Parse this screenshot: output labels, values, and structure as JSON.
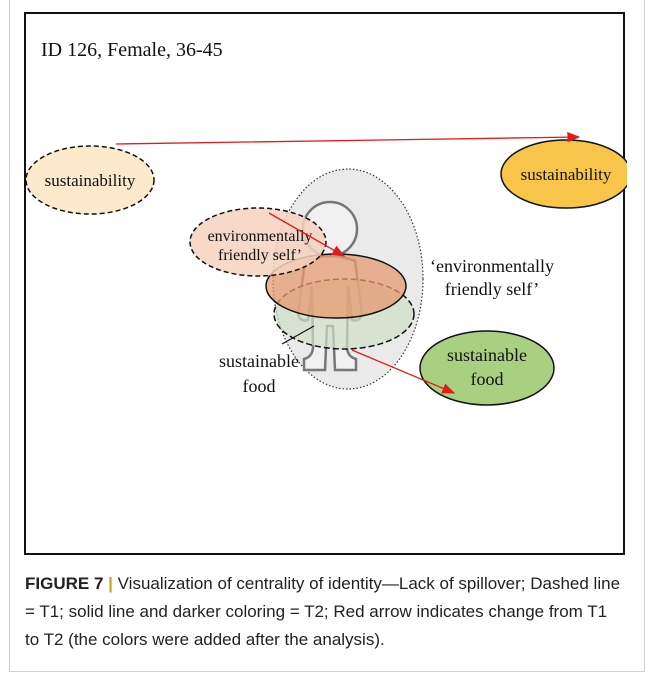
{
  "figure": {
    "header": "ID 126, Female, 36-45",
    "nodes": {
      "sustainability_t1": "sustainability",
      "sustainability_t2": "sustainability",
      "env_self_t1_line1": "environmentally",
      "env_self_t1_line2": "friendly self’",
      "env_self_t2_line1": "‘environmentally",
      "env_self_t2_line2": "friendly self’",
      "food_t1_line1": "sustainable",
      "food_t1_line2": "food",
      "food_t2_line1": "sustainable",
      "food_t2_line2": "food"
    },
    "colors": {
      "sustainability_t1_fill": "#fde9cc",
      "sustainability_t2_fill": "#f7c54a",
      "env_self_t1_fill": "#f6d2c0",
      "env_self_t2_fill": "#e59a70",
      "food_t1_fill": "#cfe0c4",
      "food_t2_fill": "#a9cf80",
      "arrow": "#e21b1b",
      "person_halo": "#d9d9d9"
    }
  },
  "caption": {
    "label": "FIGURE 7",
    "separator": "|",
    "text": " Visualization of centrality of identity—Lack of spillover; Dashed line = T1; solid line and darker coloring = T2; Red arrow indicates change from T1 to T2 (the colors were added after the analysis)."
  }
}
